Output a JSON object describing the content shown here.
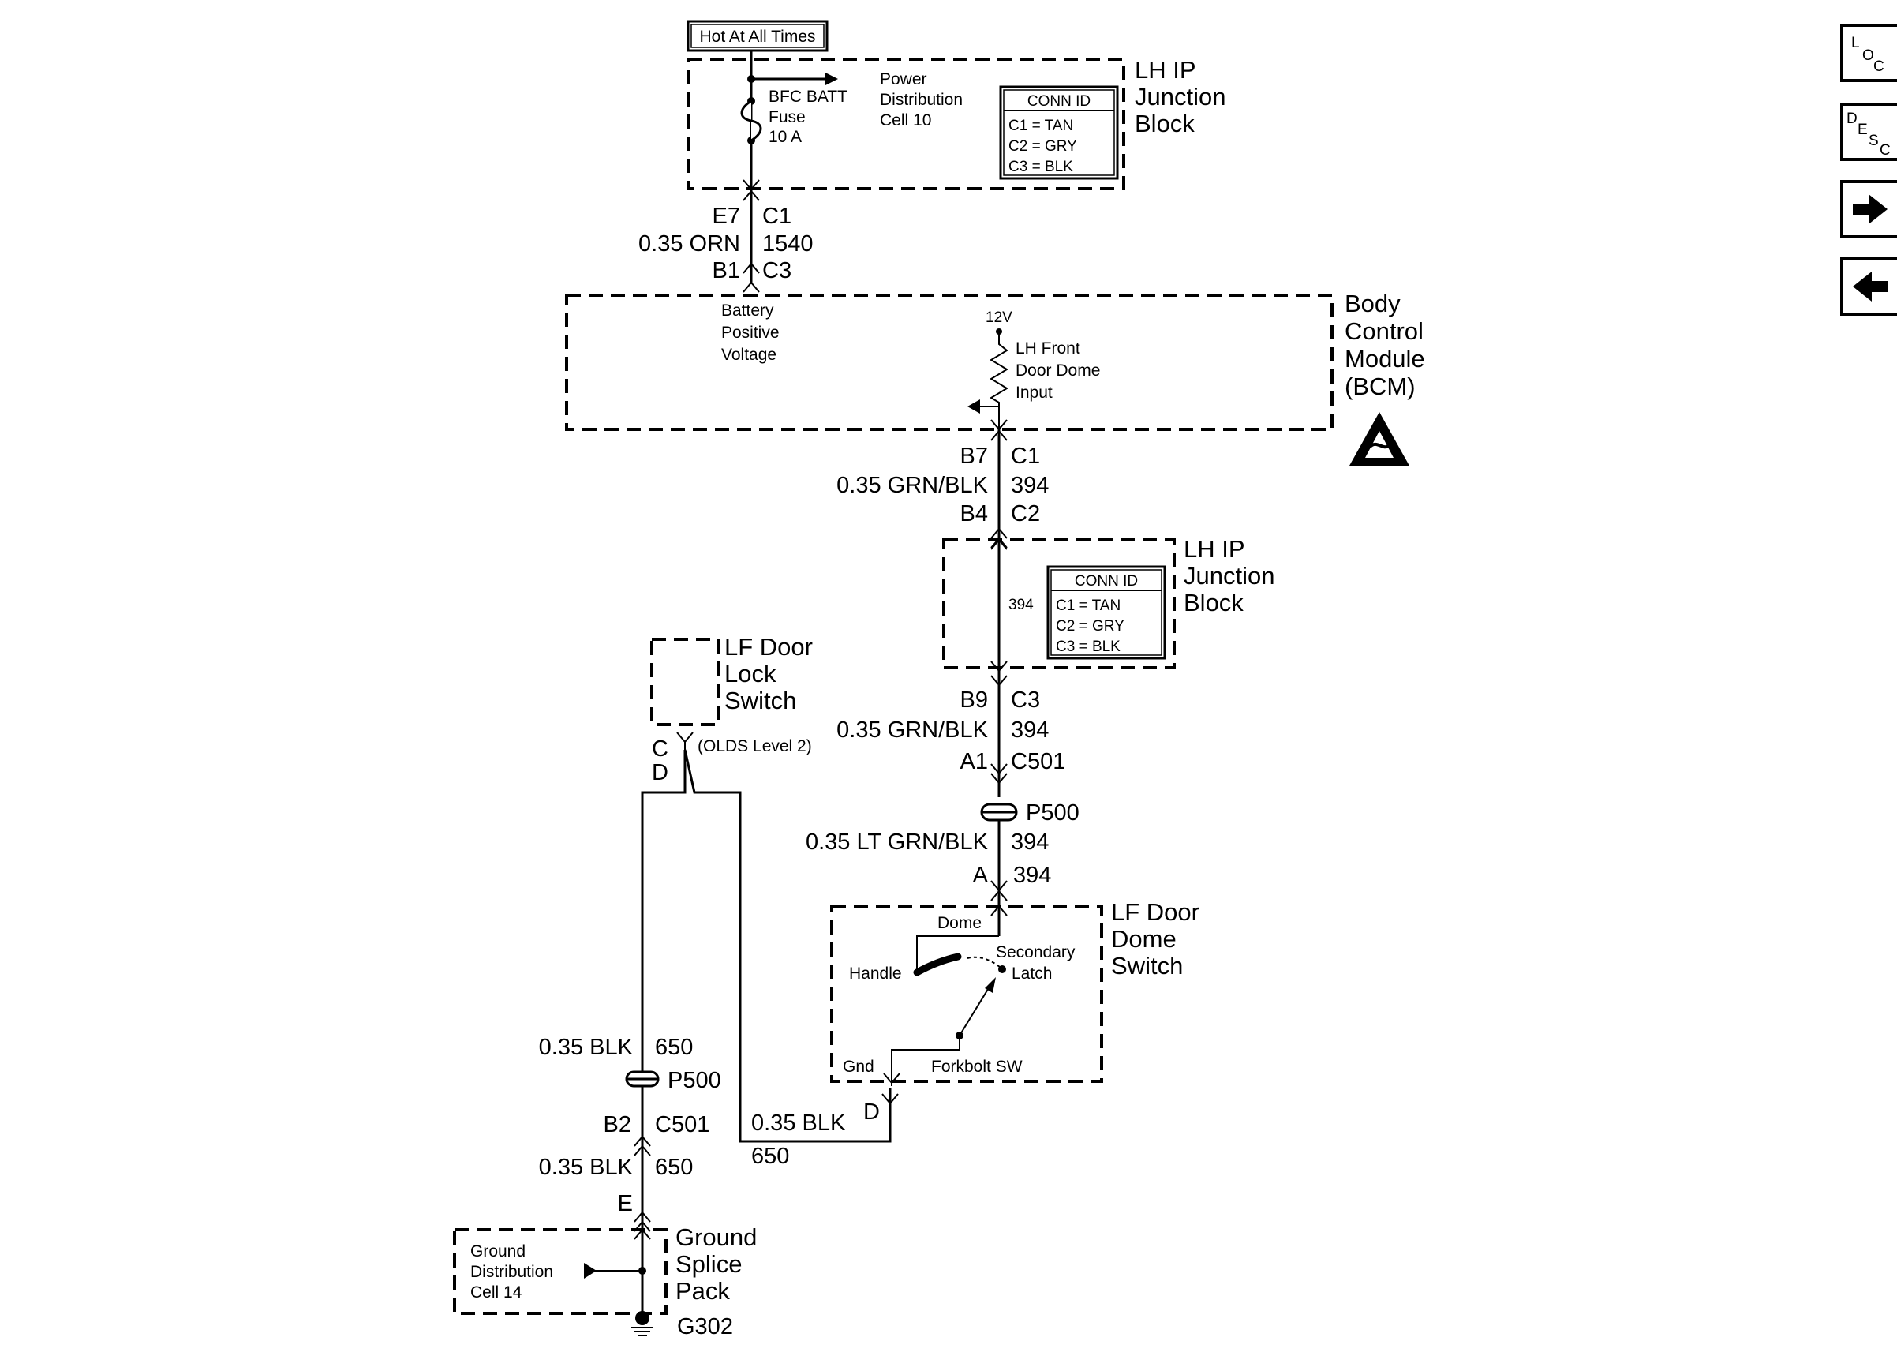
{
  "hot_label": "Hot At All Times",
  "ip1": {
    "title": [
      "LH IP",
      "Junction",
      "Block"
    ],
    "fuse": [
      "BFC BATT",
      "Fuse",
      "10 A"
    ],
    "pdist": [
      "Power",
      "Distribution",
      "Cell 10"
    ],
    "conn_title": "CONN ID",
    "conn_rows": [
      "C1 = TAN",
      "C2 = GRY",
      "C3 = BLK"
    ]
  },
  "w1": {
    "pin_top": "E7",
    "conn_top": "C1",
    "gauge": "0.35 ORN",
    "circuit": "1540",
    "pin_bot": "B1",
    "conn_bot": "C3"
  },
  "bcm": {
    "title": [
      "Body",
      "Control",
      "Module",
      "(BCM)"
    ],
    "bpv": [
      "Battery",
      "Positive",
      "Voltage"
    ],
    "volt": "12V",
    "input": [
      "LH Front",
      "Door Dome",
      "Input"
    ]
  },
  "w2": {
    "pin_top": "B7",
    "conn_top": "C1",
    "gauge": "0.35 GRN/BLK",
    "circuit": "394",
    "pin_bot": "B4",
    "conn_bot": "C2"
  },
  "ip2": {
    "title": [
      "LH IP",
      "Junction",
      "Block"
    ],
    "circuit": "394",
    "conn_title": "CONN ID",
    "conn_rows": [
      "C1 = TAN",
      "C2 = GRY",
      "C3 = BLK"
    ]
  },
  "w3": {
    "pin_top": "B9",
    "conn_top": "C3",
    "gauge": "0.35 GRN/BLK",
    "circuit": "394",
    "pin_bot": "A1",
    "conn_bot": "C501"
  },
  "p500a": "P500",
  "w4": {
    "gauge": "0.35 LT GRN/BLK",
    "circuit": "394",
    "pin": "A",
    "circuit2": "394"
  },
  "dome": {
    "title": [
      "LF Door",
      "Dome",
      "Switch"
    ],
    "dome_lbl": "Dome",
    "handle": "Handle",
    "secondary": [
      "Secondary",
      "Latch"
    ],
    "gnd": "Gnd",
    "forkbolt": "Forkbolt SW"
  },
  "lock": {
    "title": [
      "LF Door",
      "Lock",
      "Switch"
    ],
    "pin_c": "C",
    "pin_d": "D",
    "olds": "(OLDS Level 2)"
  },
  "w5": {
    "gauge": "0.35 BLK",
    "circuit": "650"
  },
  "p500b": "P500",
  "w6": {
    "pin": "B2",
    "conn": "C501",
    "gauge": "0.35 BLK",
    "circuit": "650",
    "pin_e": "E"
  },
  "w7": {
    "pin": "D",
    "gauge": "0.35 BLK",
    "circuit": "650"
  },
  "gsp": {
    "title": [
      "Ground",
      "Splice",
      "Pack"
    ],
    "gdist": [
      "Ground",
      "Distribution",
      "Cell 14"
    ],
    "ground": "G302"
  },
  "nav": {
    "loc": [
      "L",
      "O",
      "C"
    ],
    "desc": [
      "D",
      "E",
      "S",
      "C"
    ]
  }
}
